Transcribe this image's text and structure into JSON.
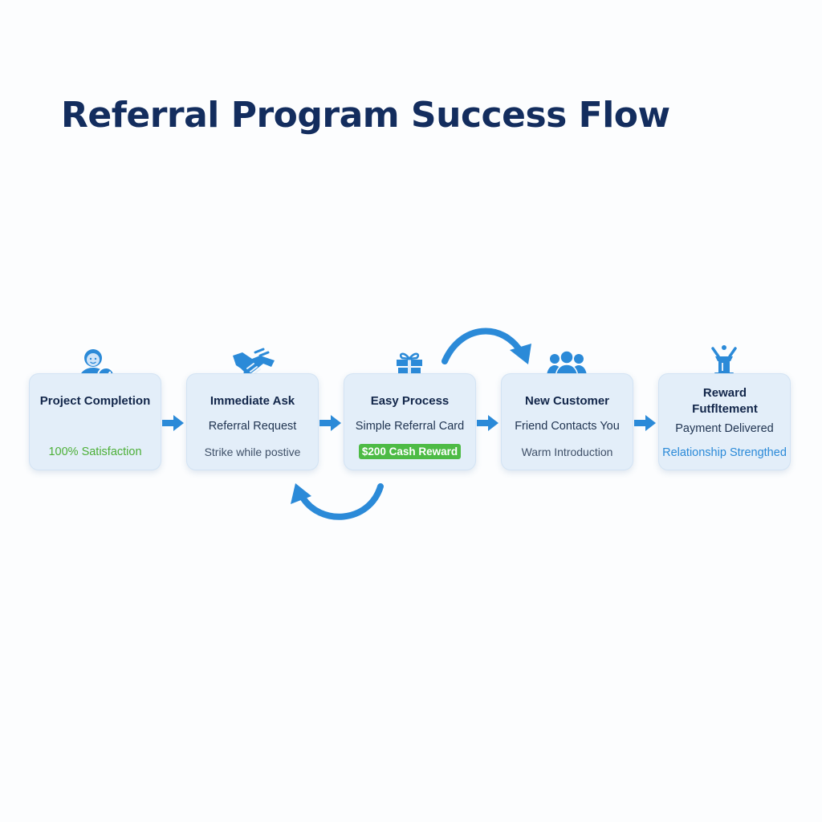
{
  "title": "Referral Program Success Flow",
  "steps": [
    {
      "heading": "Project Completion",
      "line1": "",
      "line2": "100% Satisfaction",
      "icon": "user-check-icon"
    },
    {
      "heading": "Immediate Ask",
      "line1": "Referral Request",
      "line2": "Strike while postive",
      "icon": "handshake-icon"
    },
    {
      "heading": "Easy Process",
      "line1": "Simple Referral Card",
      "line2": "$200 Cash Reward",
      "icon": "gift-icon"
    },
    {
      "heading": "New Customer",
      "line1": "Friend Contacts You",
      "line2": "Warm Introduction",
      "icon": "group-icon"
    },
    {
      "heading": "Reward Futfltement",
      "line1": "Payment Delivered",
      "line2": "Relationship Strengthed",
      "icon": "trophy-icon"
    }
  ],
  "colors": {
    "title": "#132d5e",
    "card_background": "#e3eef9",
    "accent_blue": "#2b8ad8",
    "accent_green": "#4caf37",
    "badge_green": "#4dbb45"
  }
}
